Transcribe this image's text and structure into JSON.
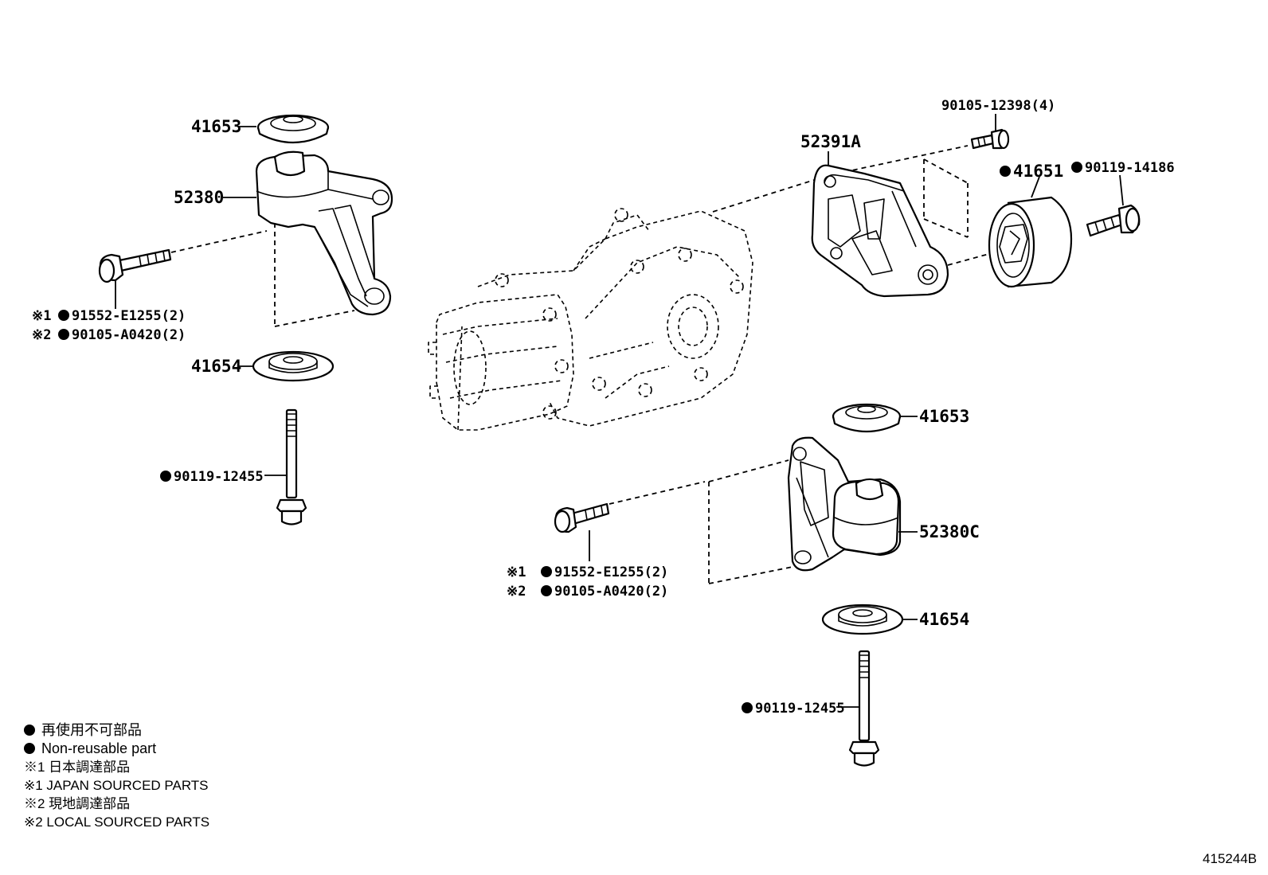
{
  "labels": {
    "p41653_top": "41653",
    "p52380": "52380",
    "p91552_left": "91552-E1255(2)",
    "p90105_left": "90105-A0420(2)",
    "p41654_left": "41654",
    "p90119_left": "90119-12455",
    "p90105_top": "90105-12398(4)",
    "p52391A": "52391A",
    "p41651": "41651",
    "p90119_right": "90119-14186",
    "p41653_right": "41653",
    "p52380C": "52380C",
    "p91552_mid": "91552-E1255(2)",
    "p90105_mid": "90105-A0420(2)",
    "p41654_right": "41654",
    "p90119_bottom": "90119-12455",
    "mark1": "※1",
    "mark2": "※2"
  },
  "legend": {
    "line1": "再使用不可部品",
    "line2": "Non-reusable part",
    "line3": "※1 日本調達部品",
    "line4": "※1 JAPAN SOURCED PARTS",
    "line5": "※2 現地調達部品",
    "line6": "※2 LOCAL SOURCED PARTS"
  },
  "figure_number": "415244B"
}
